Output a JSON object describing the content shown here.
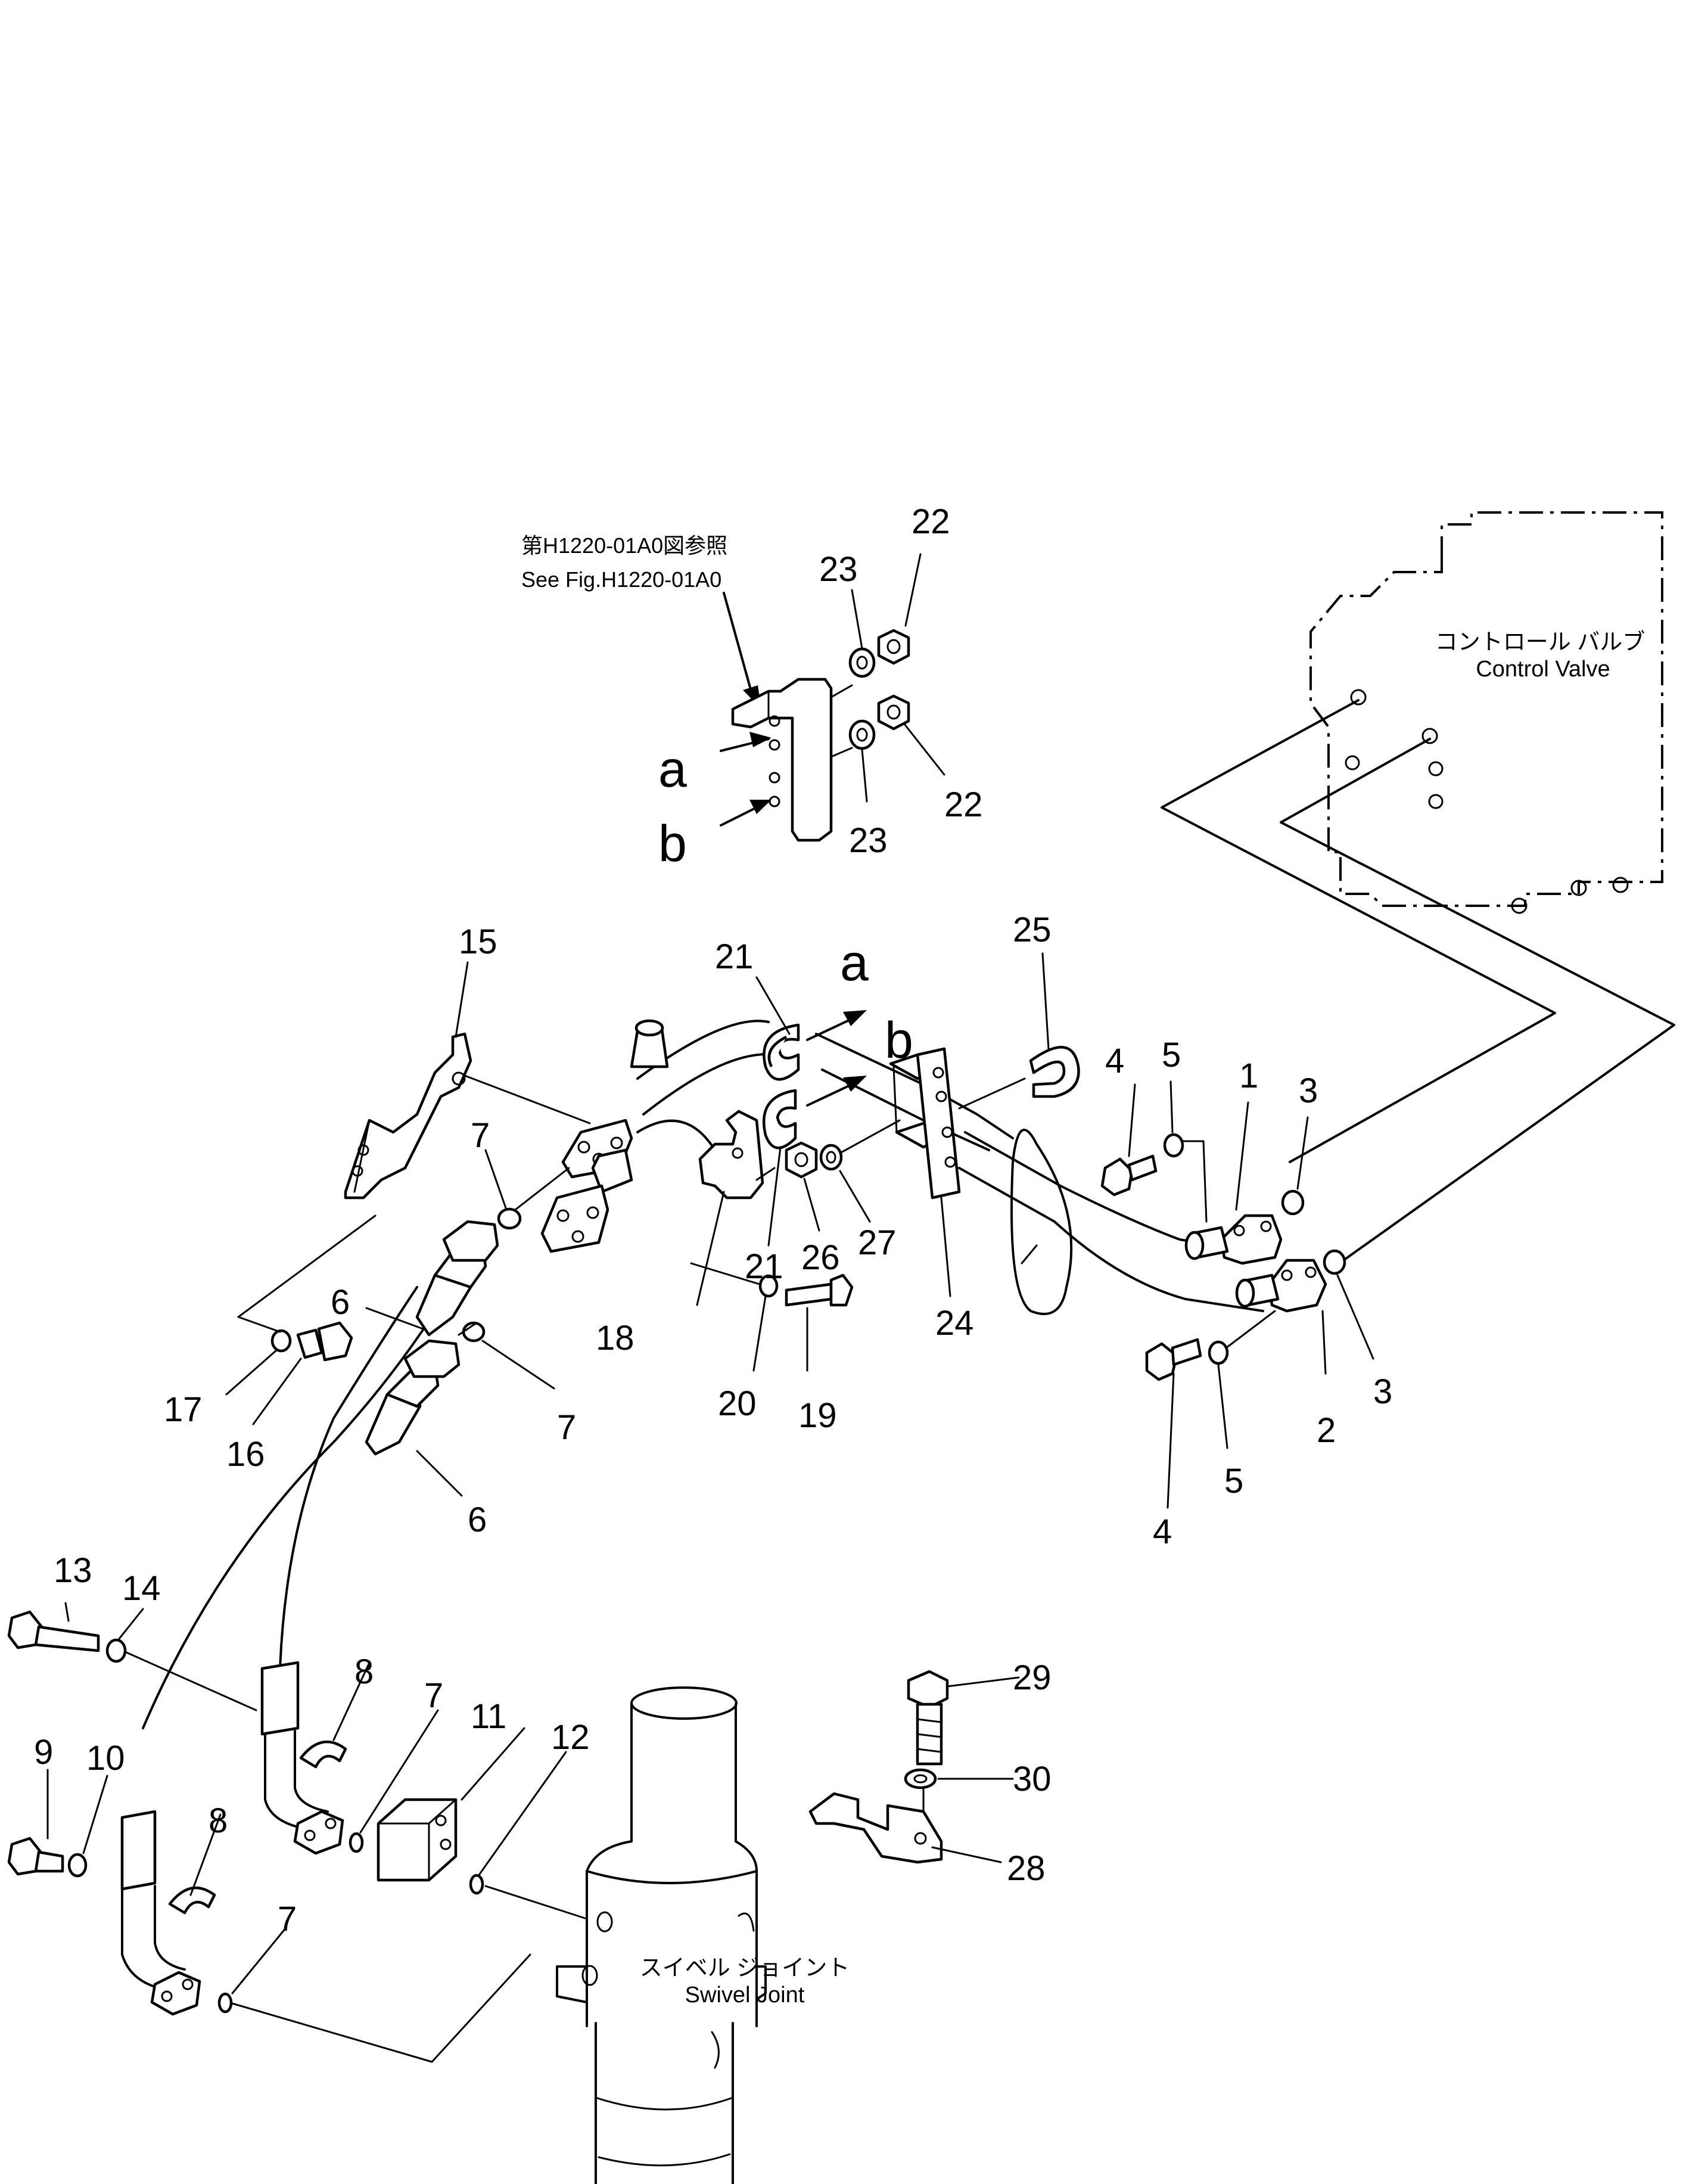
{
  "reference": {
    "line1": "第H1220-01A0図参照",
    "line2": "See Fig.H1220-01A0"
  },
  "components": {
    "control_valve_jp": "コントロール バルブ",
    "control_valve_en": "Control Valve",
    "swivel_joint_jp": "スイベル ジョイント",
    "swivel_joint_en": "Swivel Joint"
  },
  "letters": {
    "a": "a",
    "b": "b"
  },
  "callouts": {
    "c1": "1",
    "c2": "2",
    "c3a": "3",
    "c3b": "3",
    "c4a": "4",
    "c4b": "4",
    "c5a": "5",
    "c5b": "5",
    "c6a": "6",
    "c6b": "6",
    "c7a": "7",
    "c7b": "7",
    "c7c": "7",
    "c7d": "7",
    "c8a": "8",
    "c8b": "8",
    "c9": "9",
    "c10": "10",
    "c11": "11",
    "c12": "12",
    "c13": "13",
    "c14": "14",
    "c15": "15",
    "c16": "16",
    "c17": "17",
    "c18": "18",
    "c19": "19",
    "c20": "20",
    "c21a": "21",
    "c21b": "21",
    "c22a": "22",
    "c22b": "22",
    "c23a": "23",
    "c23b": "23",
    "c24": "24",
    "c25": "25",
    "c26": "26",
    "c27": "27",
    "c28": "28",
    "c29": "29",
    "c30": "30"
  }
}
